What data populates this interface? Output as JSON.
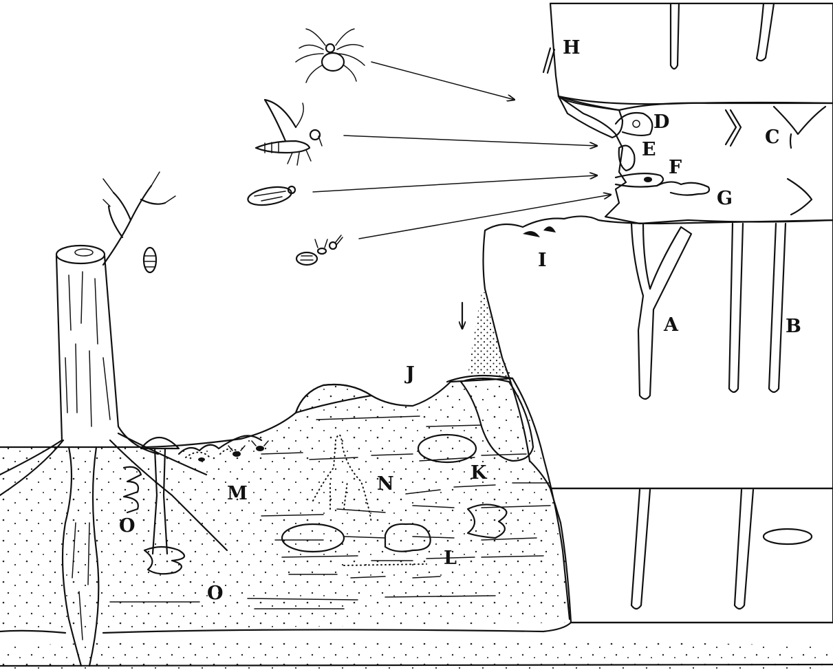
{
  "diagram": {
    "labels": {
      "A": "A",
      "B": "B",
      "C": "C",
      "D": "D",
      "E": "E",
      "F": "F",
      "G": "G",
      "H": "H",
      "I": "I",
      "J": "J",
      "K": "K",
      "L": "L",
      "M": "M",
      "N": "N",
      "O_upper": "O",
      "O_lower": "O"
    }
  }
}
